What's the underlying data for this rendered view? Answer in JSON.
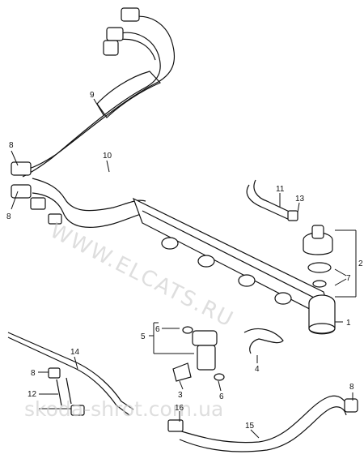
{
  "diagram": {
    "callouts": [
      "1",
      "2",
      "3",
      "4",
      "5",
      "6",
      "6",
      "7",
      "8",
      "8",
      "8",
      "8",
      "9",
      "10",
      "11",
      "12",
      "13",
      "14",
      "15",
      "16"
    ],
    "watermarks": [
      "WWW.ELCATS.RU",
      "skoda-shrot.com.ua"
    ]
  }
}
